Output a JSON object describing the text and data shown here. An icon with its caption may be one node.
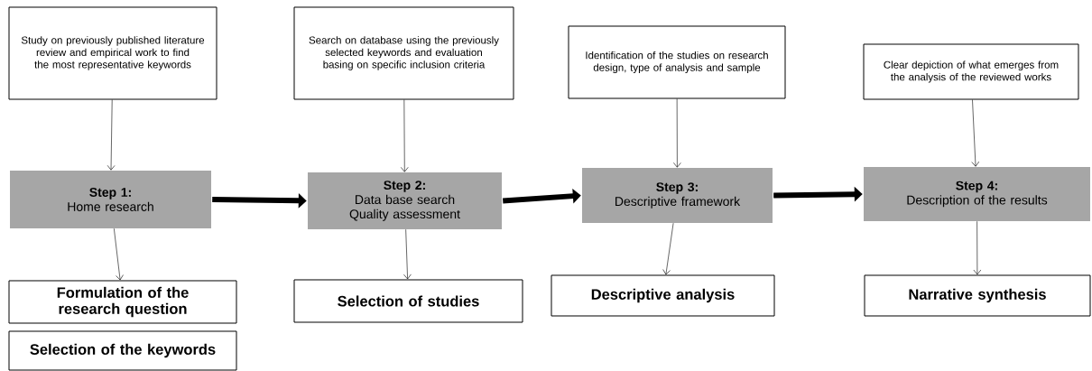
{
  "diagram": {
    "nodes": [
      {
        "text": [
          "Study on previously published literature review and empirical work to find the most representative keywords"
        ]
      },
      {
        "text": [
          "Search on database using the previously selected keywords and evaluation basing on specific inclusion criteria"
        ]
      },
      {
        "text": [
          "Identification of the studies on research design, type of analysis and sample"
        ]
      },
      {
        "text": [
          "Clear depiction of what emerges from the analysis of the reviewed works"
        ]
      },
      {
        "text": [
          "Step 1:",
          "Home research"
        ]
      },
      {
        "text": [
          "Step 2:",
          "Data base search Quality assessment"
        ]
      },
      {
        "text": [
          "Step 3:",
          "Descriptive framework"
        ]
      },
      {
        "text": [
          "Step 4:",
          "Description of the results"
        ]
      },
      {
        "text": [
          "Formulation of the research question"
        ]
      },
      {
        "text": [
          "Selection of studies"
        ]
      },
      {
        "text": [
          "Descriptive analysis"
        ]
      },
      {
        "text": [
          "Narrative synthesis"
        ]
      },
      {
        "text": [
          "Selection of the keywords"
        ]
      }
    ],
    "edges": [
      {
        "from": 0,
        "to": 4,
        "arrow": "to"
      },
      {
        "from": 1,
        "to": 5,
        "arrow": "to"
      },
      {
        "from": 2,
        "to": 6,
        "arrow": "to"
      },
      {
        "from": 3,
        "to": 7,
        "arrow": "to"
      },
      {
        "from": 4,
        "to": 5,
        "arrow": "to",
        "style": "thick"
      },
      {
        "from": 5,
        "to": 6,
        "arrow": "to",
        "style": "thick"
      },
      {
        "from": 6,
        "to": 7,
        "arrow": "to",
        "style": "thick"
      },
      {
        "from": 4,
        "to": 8,
        "arrow": "to"
      },
      {
        "from": 5,
        "to": 9,
        "arrow": "to"
      },
      {
        "from": 6,
        "to": 10,
        "arrow": "to"
      },
      {
        "from": 7,
        "to": 11,
        "arrow": "to"
      }
    ]
  }
}
